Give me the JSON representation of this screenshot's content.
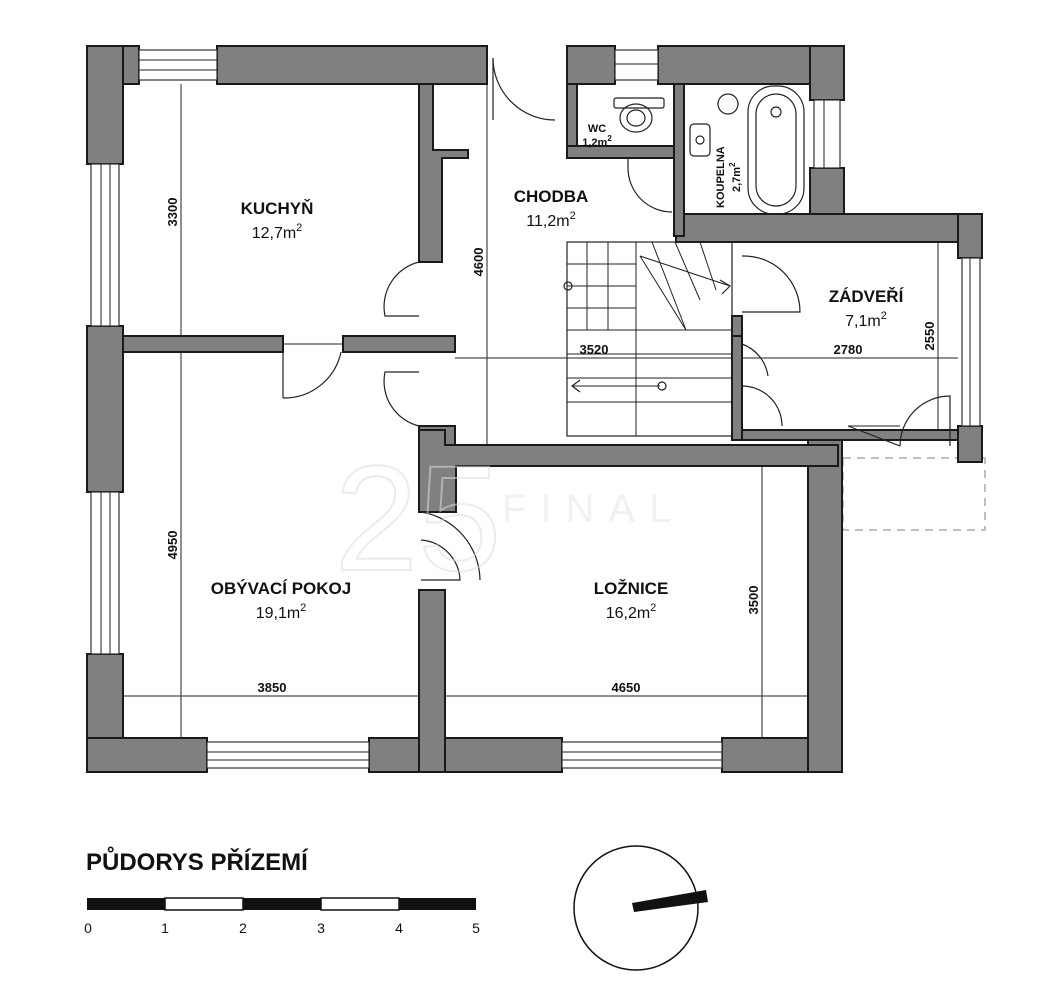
{
  "rooms": {
    "kitchen": {
      "name": "KUCHYŇ",
      "area": "12,7m"
    },
    "hall": {
      "name": "CHODBA",
      "area": "11,2m"
    },
    "wc": {
      "name": "WC",
      "area": "1,2m"
    },
    "bathroom": {
      "name": "KOUPELNA",
      "area": "2,7m"
    },
    "entrance": {
      "name": "ZÁDVEŘÍ",
      "area": "7,1m"
    },
    "living": {
      "name": "OBÝVACÍ POKOJ",
      "area": "19,1m"
    },
    "bedroom": {
      "name": "LOŽNICE",
      "area": "16,2m"
    }
  },
  "area_unit_exponent": "2",
  "dimensions": {
    "kitchen_height": "3300",
    "hall_height": "4600",
    "hall_width": "3520",
    "entrance_width": "2780",
    "entrance_height": "2550",
    "living_height": "4950",
    "living_width": "3850",
    "bedroom_width": "4650",
    "bedroom_height": "3500"
  },
  "title": "PŮDORYS PŘÍZEMÍ",
  "scale_bar": {
    "ticks": [
      "0",
      "1",
      "2",
      "3",
      "4",
      "5"
    ]
  },
  "watermark": {
    "number": "25",
    "word": "FINAL"
  },
  "colors": {
    "wall": "#808080",
    "line": "#222222"
  }
}
